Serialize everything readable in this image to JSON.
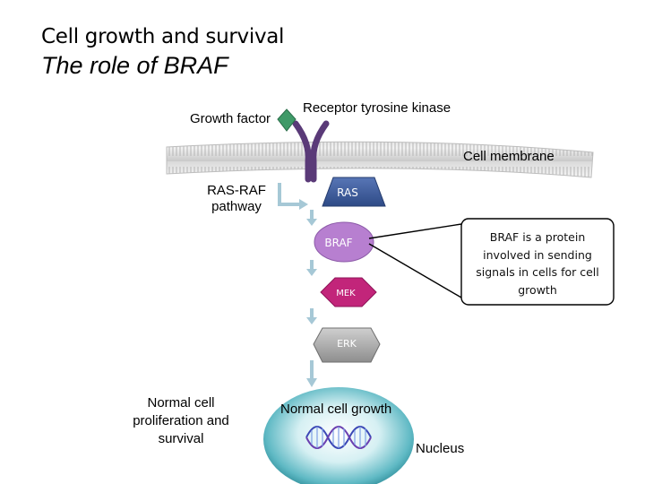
{
  "title": {
    "line1": "Cell growth and survival",
    "line2": "The role of BRAF"
  },
  "labels": {
    "growth_factor": "Growth factor",
    "receptor": "Receptor tyrosine kinase",
    "cell_membrane": "Cell membrane",
    "pathway_line1": "RAS-RAF",
    "pathway_line2": "pathway",
    "normal_line1": "Normal cell",
    "normal_line2": "proliferation and",
    "normal_line3": "survival",
    "normal_growth": "Normal cell growth",
    "nucleus": "Nucleus"
  },
  "nodes": {
    "ras": "RAS",
    "braf": "BRAF",
    "mek": "MEK",
    "erk": "ERK"
  },
  "callout": {
    "line1": "BRAF is a protein",
    "line2": "involved in sending",
    "line3": "signals in cells for cell",
    "line4": "growth"
  },
  "colors": {
    "ras": "#3d5c9e",
    "braf": "#b77fd0",
    "mek": "#c2257a",
    "erk": "#a8a8a8",
    "receptor": "#5a3a78",
    "growth_factor": "#3f9a68",
    "arrow": "#a6c8d6",
    "nucleus": "#3aa6b0"
  }
}
